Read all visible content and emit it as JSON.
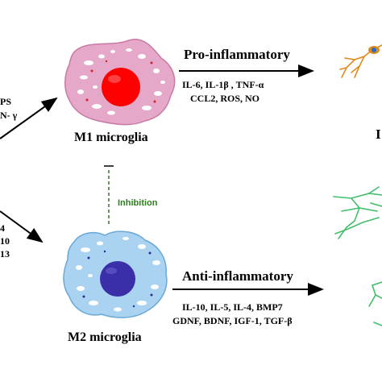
{
  "diagram": {
    "m1": {
      "label": "M1 microglia",
      "stimuli": [
        "PS",
        "N- γ"
      ],
      "pathway_title": "Pro-inflammatory",
      "mediators_line1": "IL-6, IL-1β , TNF-α",
      "mediators_line2": "CCL2, ROS, NO",
      "right_edge_text": "I"
    },
    "m2": {
      "label": "M2 microglia",
      "stimuli": [
        "4",
        "10",
        "13"
      ],
      "pathway_title": "Anti-inflammatory",
      "mediators_line1": "IL-10, IL-5, IL-4, BMP7",
      "mediators_line2": "GDNF, BDNF, IGF-1, TGF-β"
    },
    "inhibition": {
      "label": "Inhibition"
    },
    "colors": {
      "m1_cell": "#e6a8c8",
      "m1_nucleus": "#ff0000",
      "m2_cell": "#a9d3f0",
      "m2_nucleus": "#3a2fa8",
      "neuron_damaged": "#e08a1e",
      "neuron_healthy": "#3fbf6a",
      "inhibition_line": "#2e7d1e"
    }
  }
}
